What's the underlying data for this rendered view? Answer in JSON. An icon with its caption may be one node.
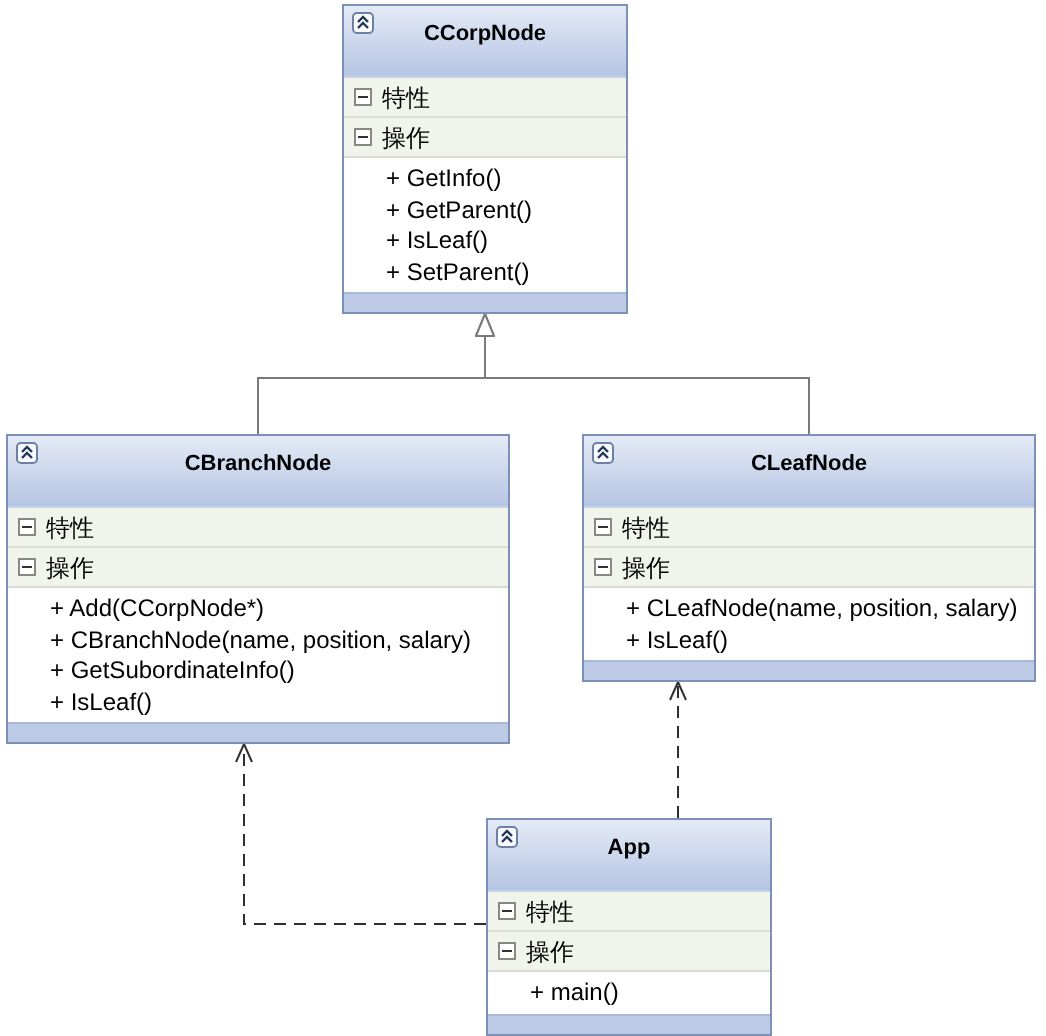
{
  "diagram": {
    "nodes": [
      {
        "text": [
          "CCorpNode",
          "特性",
          "操作",
          "+ GetInfo()",
          "+ GetParent()",
          "+ IsLeaf()",
          "+ SetParent()"
        ]
      },
      {
        "text": [
          "CBranchNode",
          "特性",
          "操作",
          "+ Add(CCorpNode*)",
          "+ CBranchNode(name, position, salary)",
          "+ GetSubordinateInfo()",
          "+ IsLeaf()"
        ]
      },
      {
        "text": [
          "CLeafNode",
          "特性",
          "操作",
          "+ CLeafNode(name, position, salary)",
          "+ IsLeaf()"
        ]
      },
      {
        "text": [
          "App",
          "特性",
          "操作",
          "+ main()"
        ]
      }
    ],
    "edges": [
      {
        "from": 1,
        "to": 0,
        "arrow": "to"
      },
      {
        "from": 2,
        "to": 0,
        "arrow": "to"
      },
      {
        "from": 3,
        "to": 1,
        "arrow": "to",
        "style": "dashed"
      },
      {
        "from": 3,
        "to": 2,
        "arrow": "to",
        "style": "dashed"
      }
    ]
  }
}
